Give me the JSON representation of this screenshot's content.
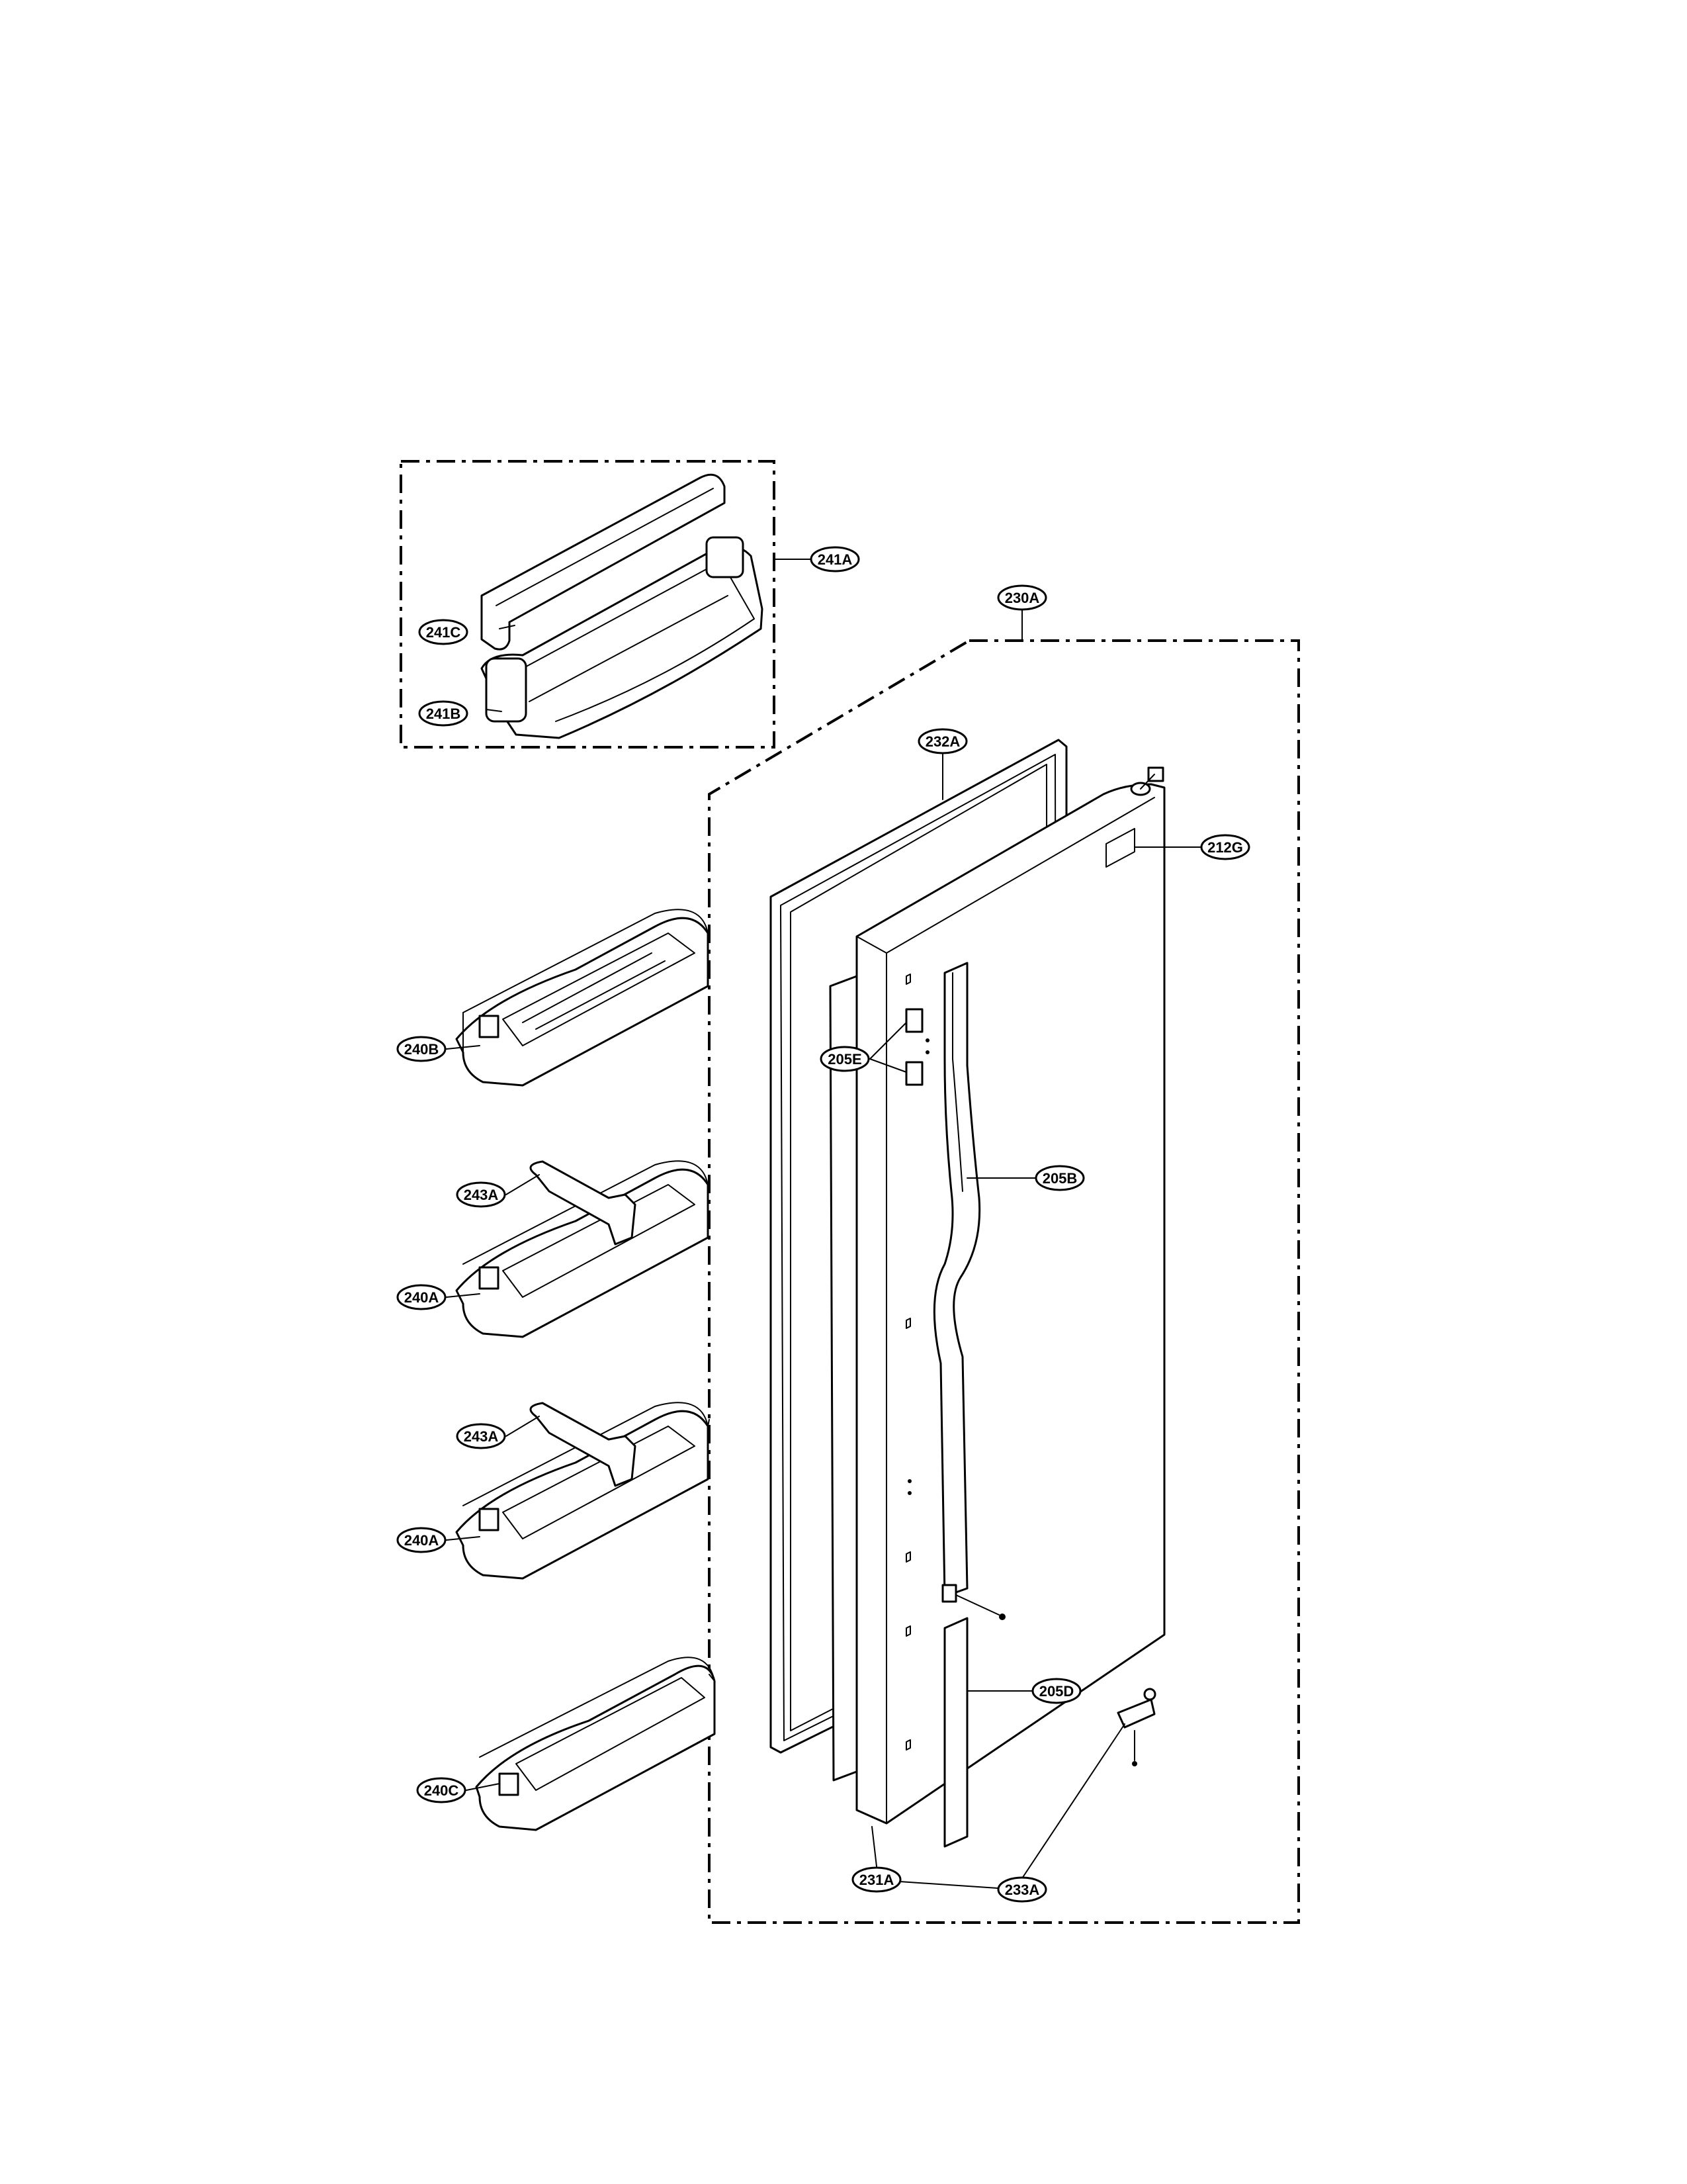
{
  "diagram": {
    "type": "exploded-parts-view",
    "callouts": [
      {
        "id": "c241A",
        "text": "241A"
      },
      {
        "id": "c241C",
        "text": "241C"
      },
      {
        "id": "c241B",
        "text": "241B"
      },
      {
        "id": "c230A",
        "text": "230A"
      },
      {
        "id": "c232A",
        "text": "232A"
      },
      {
        "id": "c212G",
        "text": "212G"
      },
      {
        "id": "c240B",
        "text": "240B"
      },
      {
        "id": "c205E",
        "text": "205E"
      },
      {
        "id": "c205B",
        "text": "205B"
      },
      {
        "id": "c243A1",
        "text": "243A"
      },
      {
        "id": "c240A1",
        "text": "240A"
      },
      {
        "id": "c243A2",
        "text": "243A"
      },
      {
        "id": "c240A2",
        "text": "240A"
      },
      {
        "id": "c240C",
        "text": "240C"
      },
      {
        "id": "c205D",
        "text": "205D"
      },
      {
        "id": "c231A",
        "text": "231A"
      },
      {
        "id": "c233A",
        "text": "233A"
      }
    ]
  }
}
